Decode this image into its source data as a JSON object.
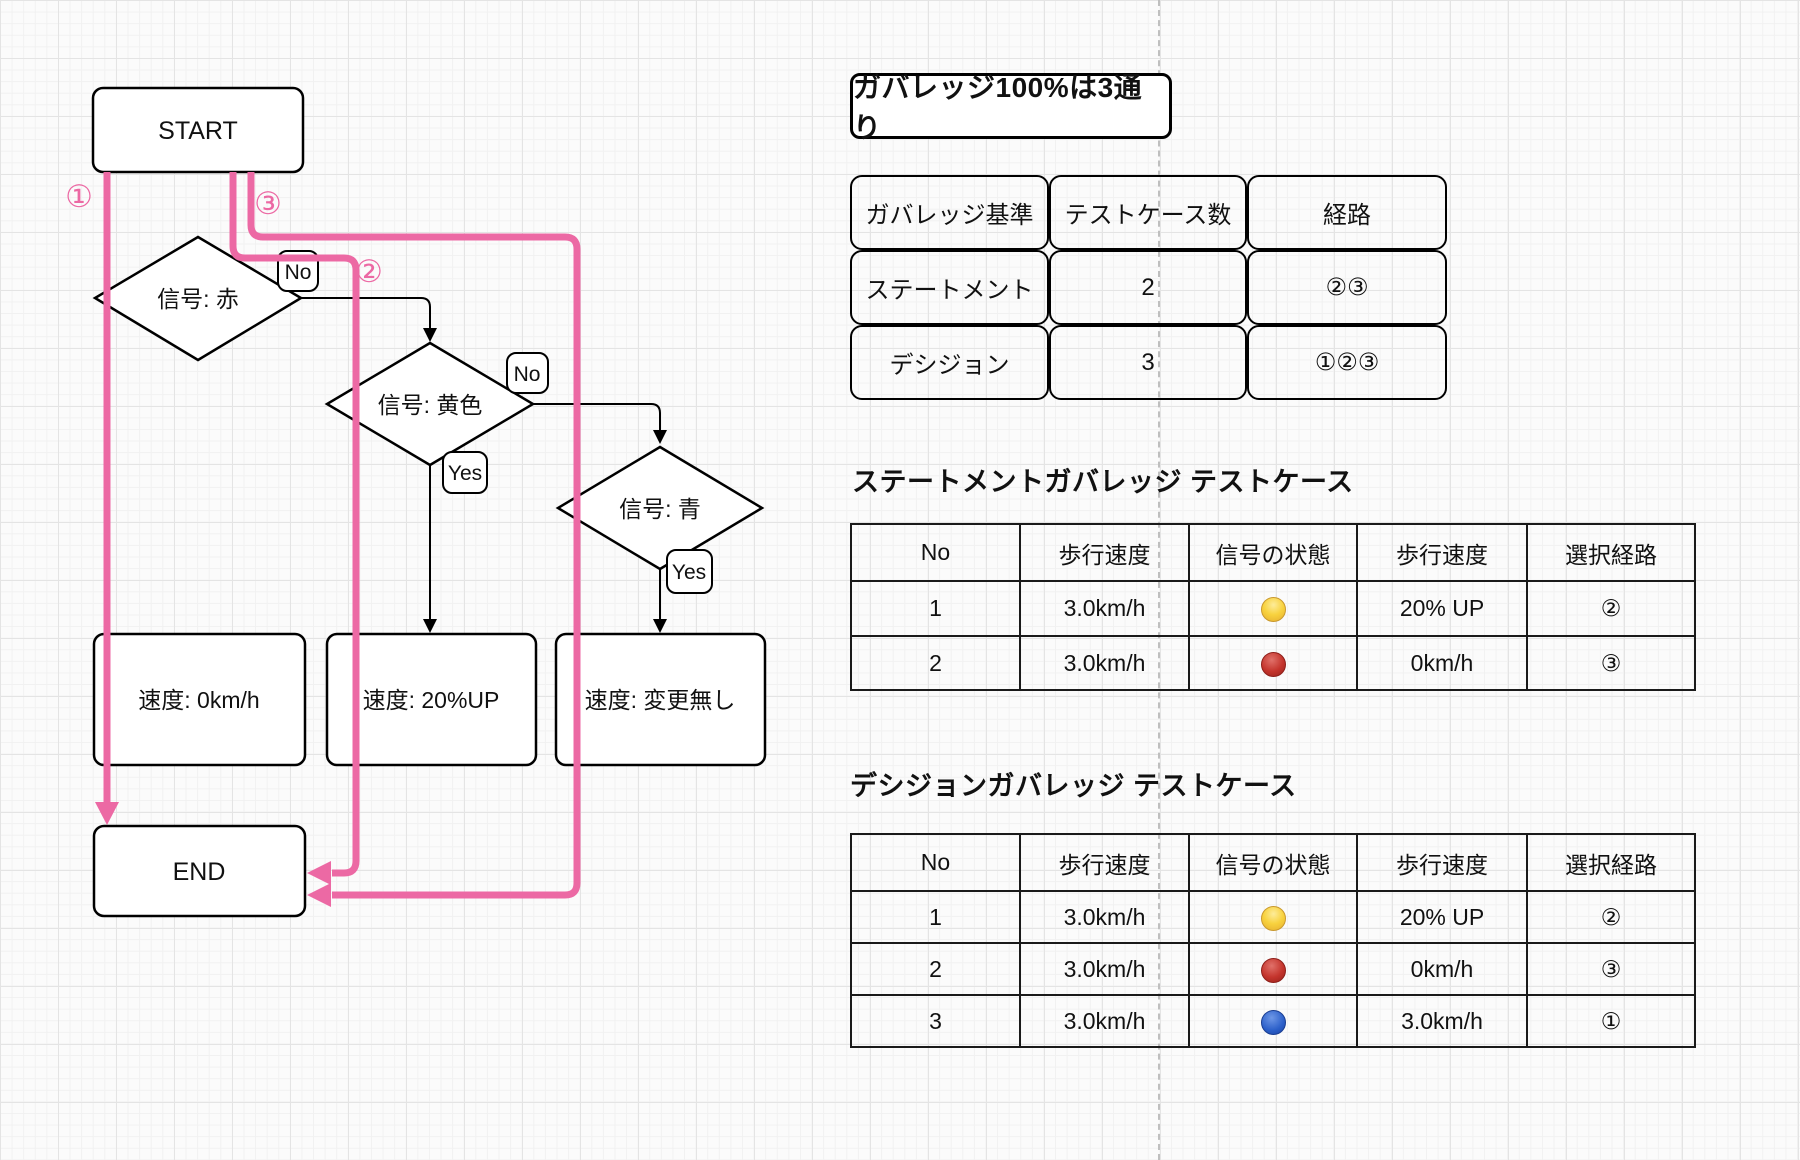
{
  "flowchart": {
    "start": "START",
    "end": "END",
    "decision_red": "信号: 赤",
    "decision_yellow": "信号: 黄色",
    "decision_blue": "信号: 青",
    "action_stop": "速度: 0km/h",
    "action_speedup": "速度: 20%UP",
    "action_nochange": "速度: 変更無し",
    "label_no_red": "No",
    "label_no_yellow": "No",
    "label_yes_yellow": "Yes",
    "label_yes_blue": "Yes",
    "marker_1": "①",
    "marker_2": "②",
    "marker_3": "③",
    "path_color": "#EC69A4"
  },
  "note_box": {
    "text": "ガバレッジ100%は3通り"
  },
  "coverage_summary": {
    "headers": [
      "ガバレッジ基準",
      "テストケース数",
      "経路"
    ],
    "rows": [
      [
        "ステートメント",
        "2",
        "②③"
      ],
      [
        "デシジョン",
        "3",
        "①②③"
      ]
    ]
  },
  "statement_section": {
    "heading": "ステートメントガバレッジ テストケース",
    "headers": [
      "No",
      "歩行速度",
      "信号の状態",
      "歩行速度",
      "選択経路"
    ],
    "rows": [
      {
        "no": "1",
        "speed": "3.0km/h",
        "signal": "yellow",
        "new_speed": "20% UP",
        "route": "②"
      },
      {
        "no": "2",
        "speed": "3.0km/h",
        "signal": "red",
        "new_speed": "0km/h",
        "route": "③"
      }
    ]
  },
  "decision_section": {
    "heading": "デシジョンガバレッジ テストケース",
    "headers": [
      "No",
      "歩行速度",
      "信号の状態",
      "歩行速度",
      "選択経路"
    ],
    "rows": [
      {
        "no": "1",
        "speed": "3.0km/h",
        "signal": "yellow",
        "new_speed": "20% UP",
        "route": "②"
      },
      {
        "no": "2",
        "speed": "3.0km/h",
        "signal": "red",
        "new_speed": "0km/h",
        "route": "③"
      },
      {
        "no": "3",
        "speed": "3.0km/h",
        "signal": "blue",
        "new_speed": "3.0km/h",
        "route": "①"
      }
    ]
  },
  "signal_colors": {
    "yellow": "#F8D23E",
    "red": "#C4342C",
    "blue": "#2B5FC9"
  }
}
